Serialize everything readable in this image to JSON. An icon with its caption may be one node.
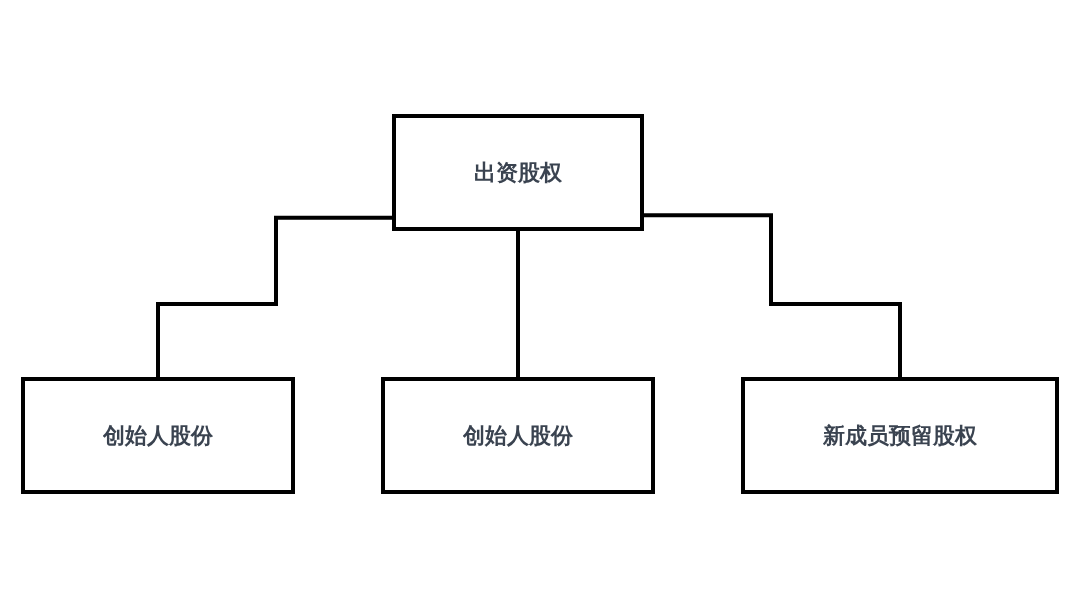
{
  "diagram": {
    "nodes": [
      {
        "text": [
          "出资股权"
        ]
      },
      {
        "text": [
          "创始人股份"
        ]
      },
      {
        "text": [
          "创始人股份"
        ]
      },
      {
        "text": [
          "新成员预留股权"
        ]
      }
    ],
    "edges": [
      {
        "from": 0,
        "to": 1,
        "arrow": "none"
      },
      {
        "from": 0,
        "to": 2,
        "arrow": "none"
      },
      {
        "from": 0,
        "to": 3,
        "arrow": "none"
      }
    ]
  }
}
